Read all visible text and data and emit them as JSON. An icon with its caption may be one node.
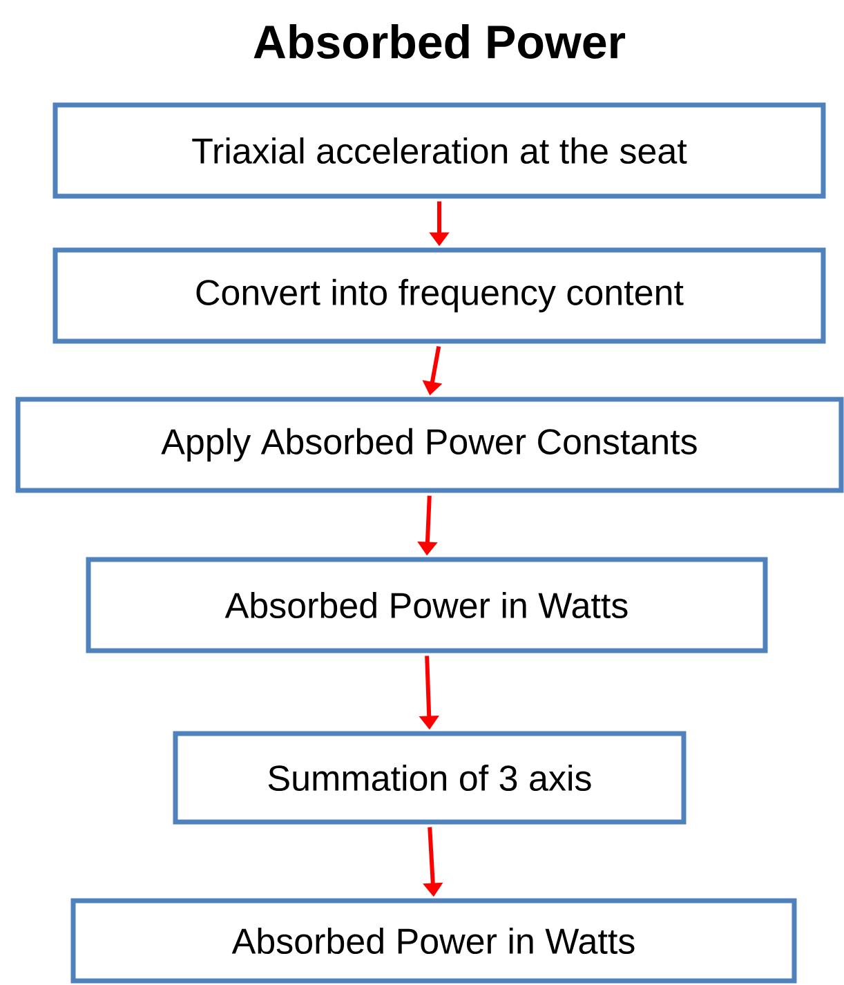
{
  "diagram": {
    "title": "Absorbed Power",
    "nodes": [
      {
        "text": [
          "Triaxial acceleration at the seat"
        ]
      },
      {
        "text": [
          "Convert into frequency content"
        ]
      },
      {
        "text": [
          "Apply Absorbed Power Constants"
        ]
      },
      {
        "text": [
          "Absorbed Power in Watts"
        ]
      },
      {
        "text": [
          "Summation of 3 axis"
        ]
      },
      {
        "text": [
          "Absorbed Power in Watts"
        ]
      }
    ],
    "edges": [
      {
        "from": 0,
        "to": 1,
        "arrow": "to"
      },
      {
        "from": 1,
        "to": 2,
        "arrow": "to"
      },
      {
        "from": 2,
        "to": 3,
        "arrow": "to"
      },
      {
        "from": 3,
        "to": 4,
        "arrow": "to"
      },
      {
        "from": 4,
        "to": 5,
        "arrow": "to"
      }
    ]
  }
}
